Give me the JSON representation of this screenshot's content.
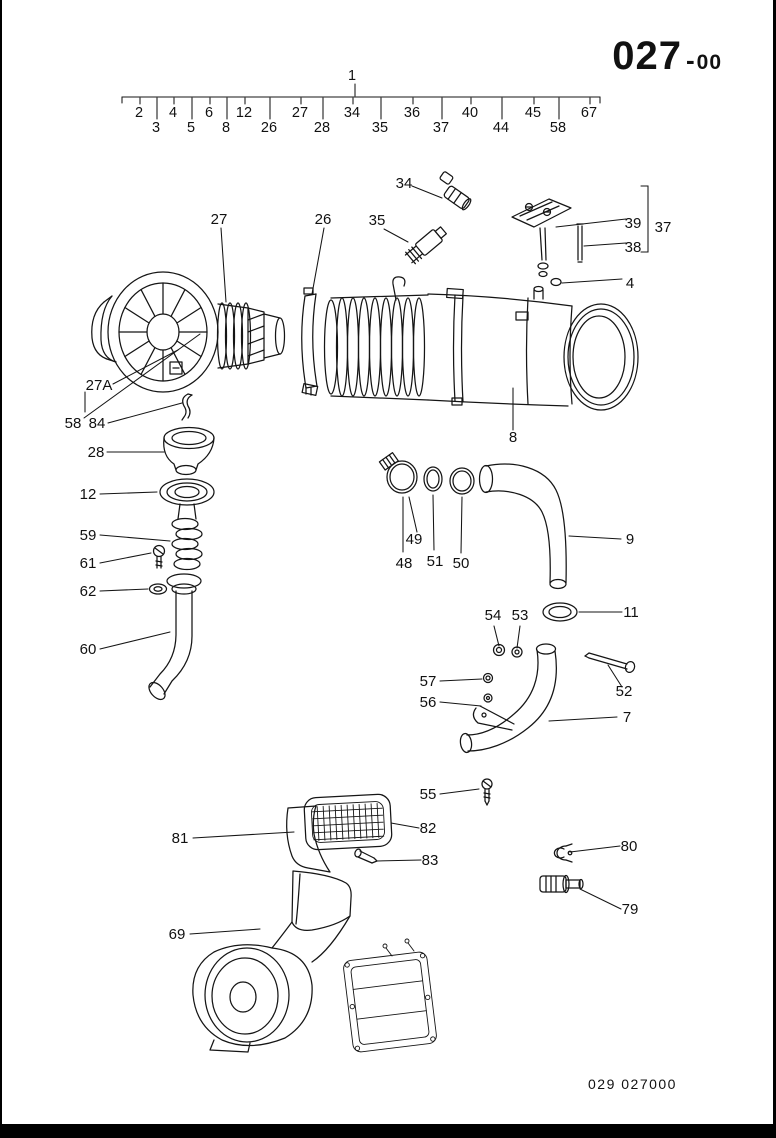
{
  "page": {
    "code_main": "027",
    "code_dash": "-",
    "code_suffix": "00",
    "footer_code": "029 027000"
  },
  "index": {
    "group_label": "1",
    "row1": [
      "2",
      "4",
      "6",
      "12",
      "27",
      "34",
      "36",
      "40",
      "45",
      "67"
    ],
    "row2": [
      "3",
      "5",
      "8",
      "26",
      "28",
      "35",
      "37",
      "44",
      "58"
    ]
  },
  "callouts": {
    "c34": "34",
    "c39": "39",
    "c37": "37",
    "c38": "38",
    "c4": "4",
    "c27": "27",
    "c26": "26",
    "c35": "35",
    "c27A": "27A",
    "c58": "58",
    "c84": "84",
    "c28": "28",
    "c8": "8",
    "c12": "12",
    "c59": "59",
    "c61": "61",
    "c62": "62",
    "c60": "60",
    "c49": "49",
    "c48": "48",
    "c51": "51",
    "c50": "50",
    "c9": "9",
    "c11": "11",
    "c54": "54",
    "c53": "53",
    "c57": "57",
    "c56": "56",
    "c52": "52",
    "c7": "7",
    "c55": "55",
    "c81": "81",
    "c82": "82",
    "c83": "83",
    "c80": "80",
    "c79": "79",
    "c69": "69"
  },
  "colors": {
    "ink": "#151515",
    "paper": "#ffffff"
  }
}
